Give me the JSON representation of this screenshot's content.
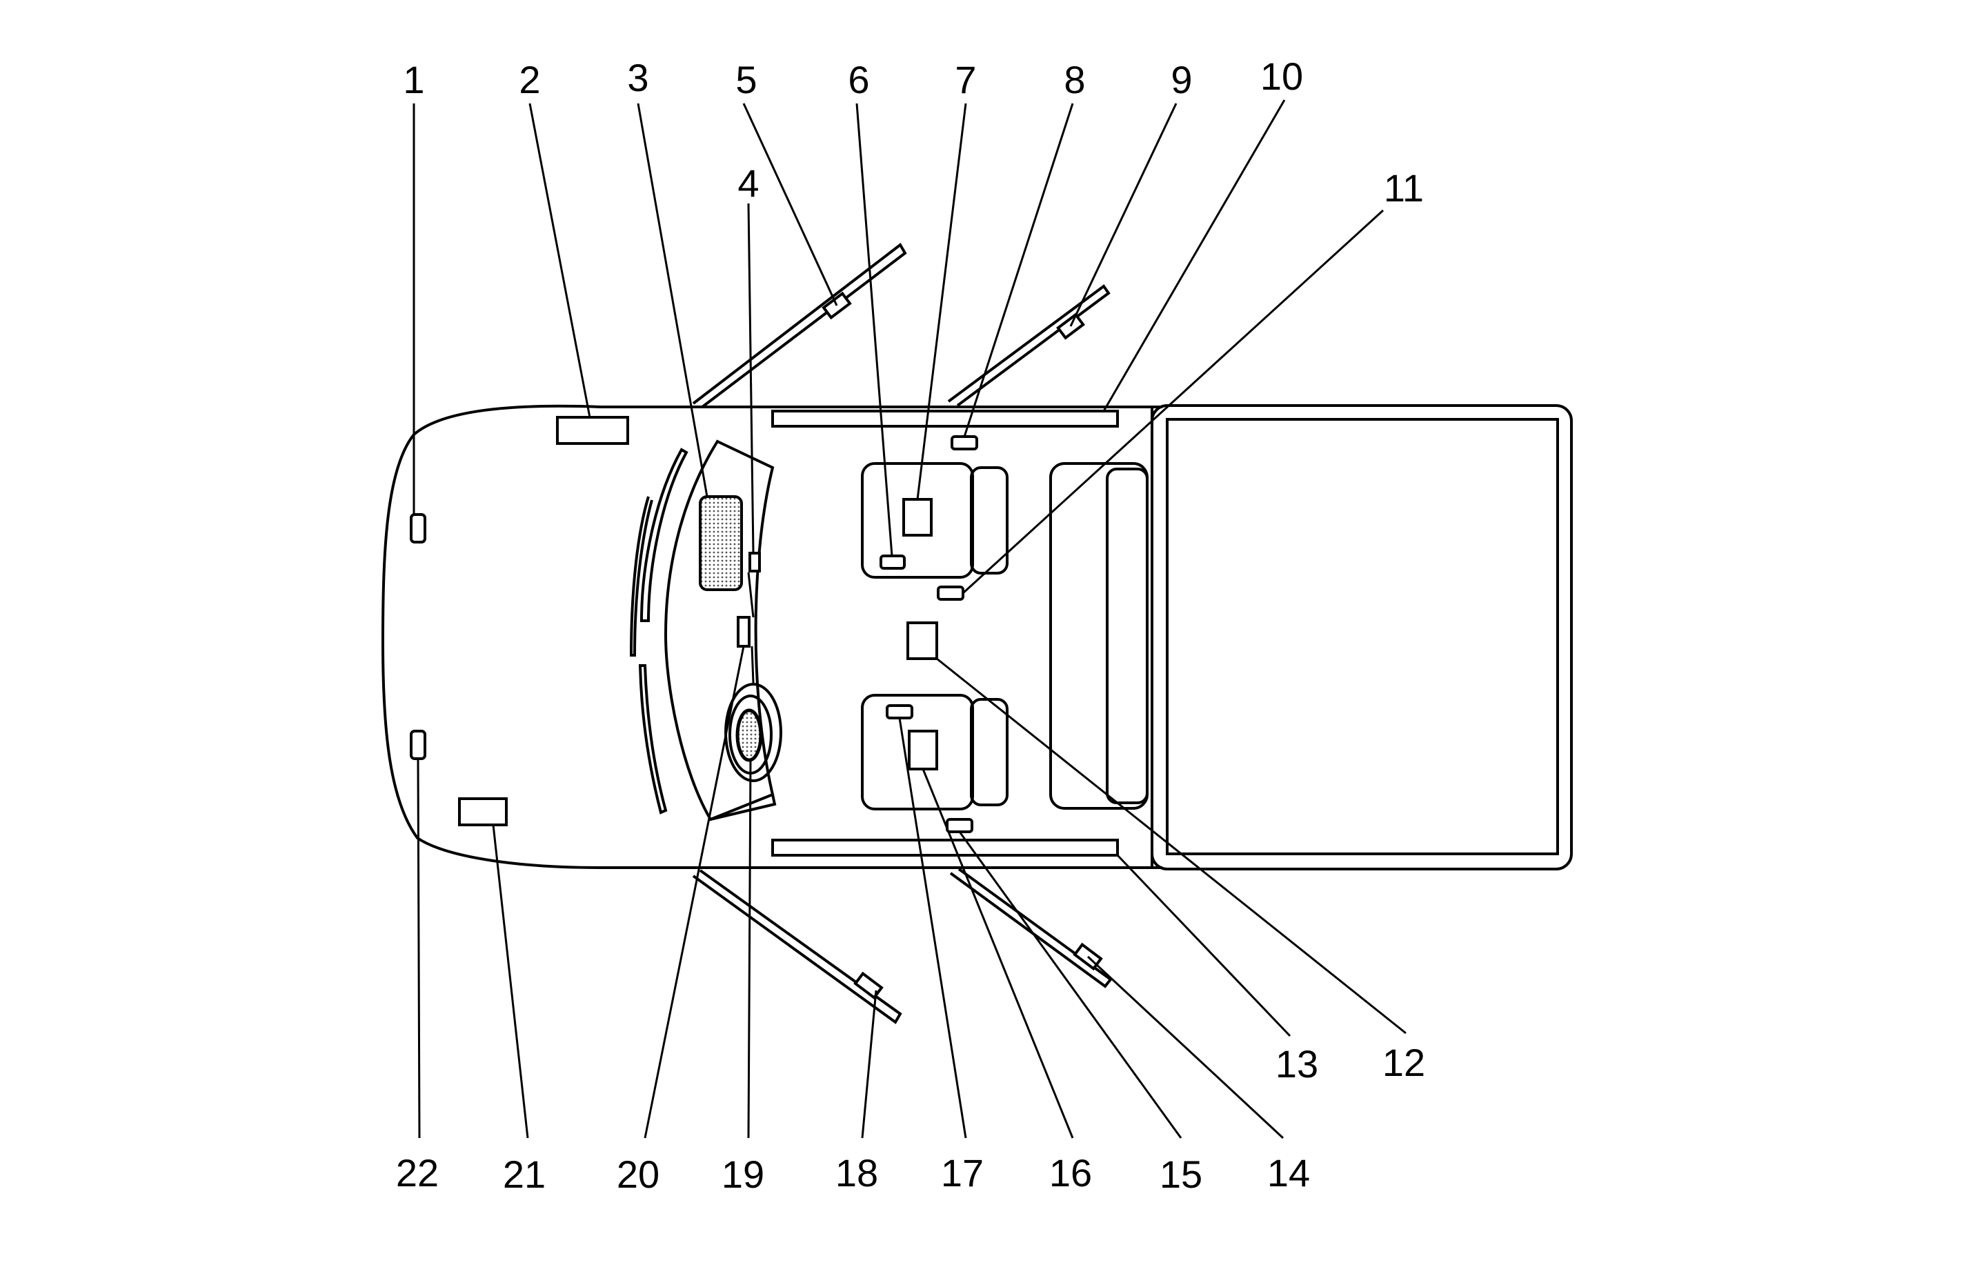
{
  "callouts": {
    "c1": "1",
    "c2": "2",
    "c3": "3",
    "c4": "4",
    "c5": "5",
    "c6": "6",
    "c7": "7",
    "c8": "8",
    "c9": "9",
    "c10": "10",
    "c11": "11",
    "c12": "12",
    "c13": "13",
    "c14": "14",
    "c15": "15",
    "c16": "16",
    "c17": "17",
    "c18": "18",
    "c19": "19",
    "c20": "20",
    "c21": "21",
    "c22": "22"
  },
  "colors": {
    "line": "#000000",
    "background": "#ffffff",
    "shaded_fill": "#c8c8c8"
  }
}
